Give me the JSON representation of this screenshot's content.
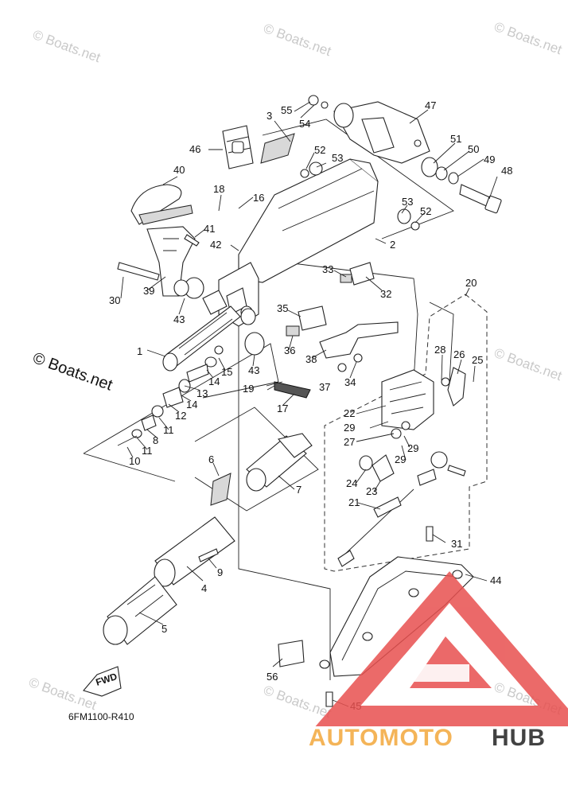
{
  "watermarks": [
    {
      "text": "© Boats.net"
    },
    {
      "text": "© Boats.net"
    },
    {
      "text": "© Boats.net"
    },
    {
      "text": "© Boats.net"
    },
    {
      "text": "© Boats.net"
    },
    {
      "text": "© Boats.net"
    },
    {
      "text": "© Boats.net"
    }
  ],
  "copyright": "© Boats.net",
  "fwd_label": "FWD",
  "diagram_code": "6FM1100-R410",
  "logo": {
    "left": "AUTOMOTO",
    "right": "HUB",
    "triangle_color": "#e8504f",
    "accent_color": "#f3a73b"
  },
  "callouts": [
    "1",
    "2",
    "3",
    "4",
    "5",
    "6",
    "7",
    "8",
    "9",
    "10",
    "11",
    "11",
    "12",
    "13",
    "14",
    "14",
    "15",
    "16",
    "17",
    "18",
    "19",
    "20",
    "21",
    "22",
    "23",
    "24",
    "25",
    "26",
    "27",
    "28",
    "29",
    "29",
    "29",
    "30",
    "31",
    "32",
    "33",
    "34",
    "35",
    "36",
    "37",
    "38",
    "39",
    "40",
    "41",
    "42",
    "43",
    "43",
    "44",
    "45",
    "46",
    "47",
    "48",
    "49",
    "50",
    "51",
    "52",
    "52",
    "53",
    "53",
    "54",
    "55",
    "56"
  ]
}
